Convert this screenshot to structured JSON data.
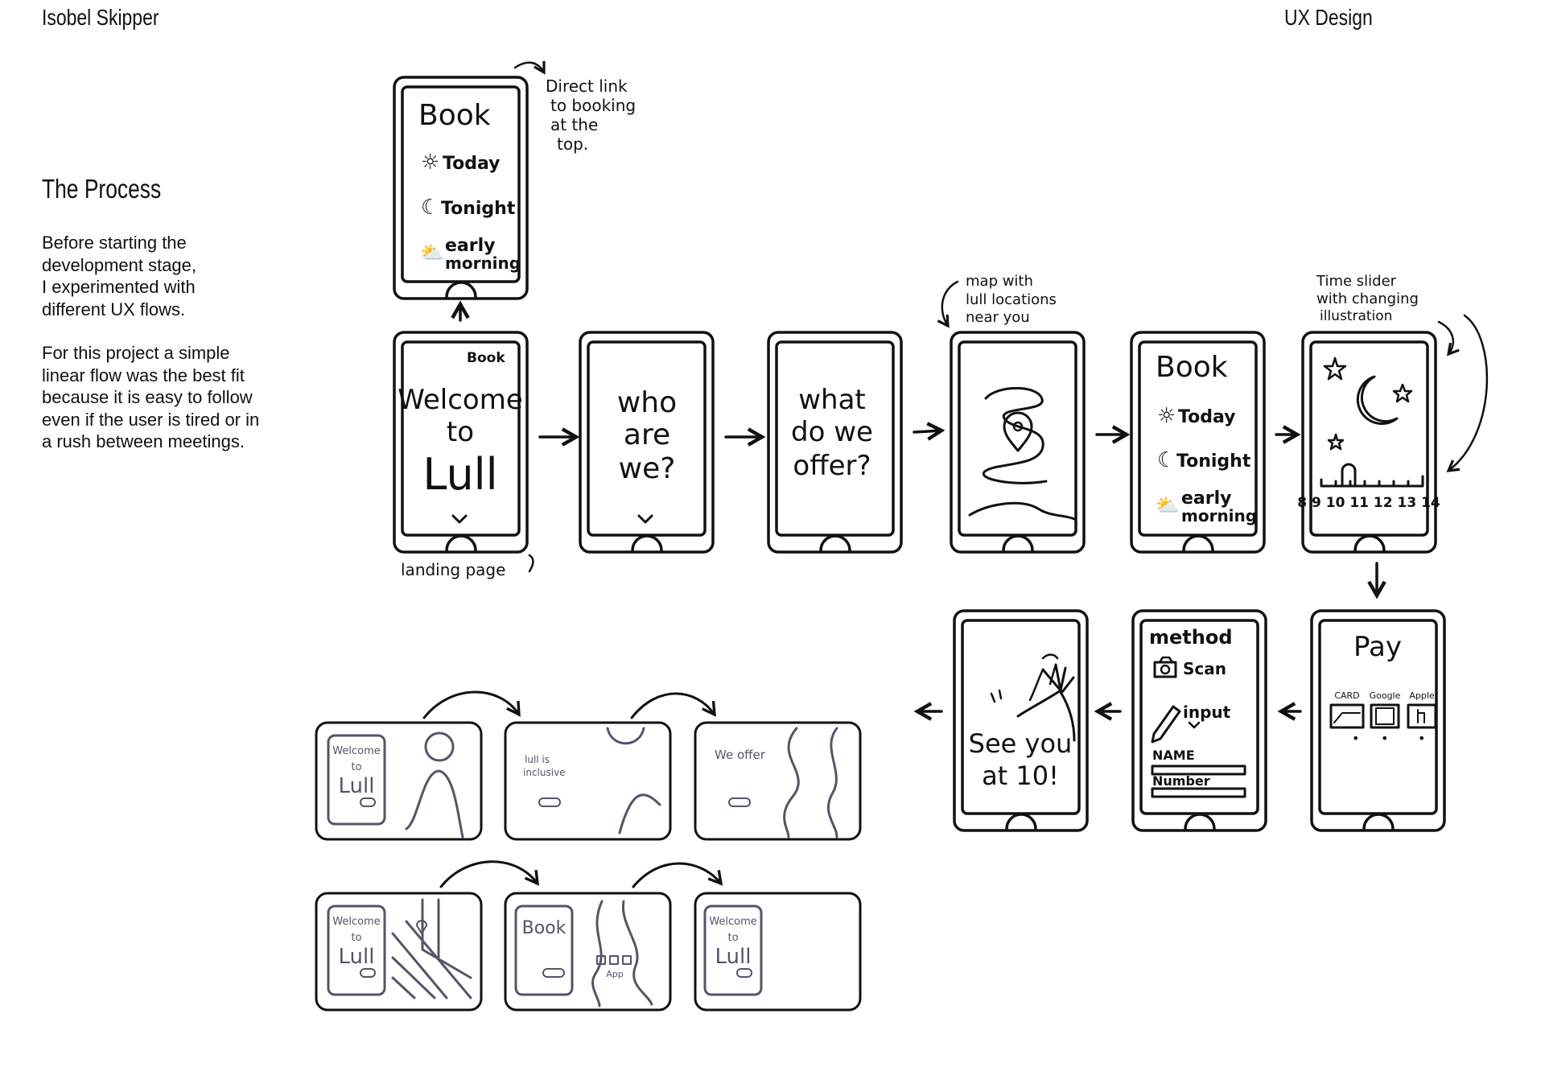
{
  "header": {
    "author": "Isobel Skipper",
    "section": "UX Design"
  },
  "process": {
    "title": "The Process",
    "paragraph1": "Before starting the\ndevelopment stage,\nI experimented with\ndifferent UX flows.",
    "paragraph2": "For this project a simple\nlinear flow was the best fit\nbecause it is easy to follow\neven if the user is tired or in\na rush between meetings."
  },
  "annotations": {
    "direct_link": [
      "Direct link",
      "to booking",
      "at the",
      "top."
    ],
    "landing_page": "landing page",
    "map_note": [
      "map with",
      "lull locations",
      "near you"
    ],
    "time_slider": [
      "Time slider",
      "with changing",
      "illustration"
    ]
  },
  "screens": {
    "book_top": {
      "title": "Book",
      "opt1": "Today",
      "opt2": "Tonight",
      "opt3a": "early",
      "opt3b": "morning"
    },
    "welcome": {
      "corner": "Book",
      "l1": "Welcome",
      "l2": "to",
      "l3": "Lull"
    },
    "who": {
      "l1": "who",
      "l2": "are",
      "l3": "we?"
    },
    "what": {
      "l1": "what",
      "l2": "do we",
      "l3": "offer?"
    },
    "book": {
      "title": "Book",
      "opt1": "Today",
      "opt2": "Tonight",
      "opt3a": "early",
      "opt3b": "morning"
    },
    "time": {
      "ticks": "8 9 10 11 12 13 14"
    },
    "pay": {
      "title": "Pay",
      "card": "CARD",
      "google": "Google",
      "apple": "Apple"
    },
    "method": {
      "title": "method",
      "scan": "Scan",
      "input": "input",
      "name": "NAME",
      "number": "Number"
    },
    "see": {
      "l1": "See you",
      "l2": "at 10!"
    }
  },
  "landscape": {
    "a1": [
      "Welcome",
      "to",
      "Lull"
    ],
    "a2": [
      "lull is",
      "inclusive"
    ],
    "a3": "We offer",
    "b1": [
      "Welcome",
      "to",
      "Lull"
    ],
    "b2": "Book",
    "b2app": "App",
    "b3": [
      "Welcome",
      "to",
      "Lull"
    ]
  }
}
